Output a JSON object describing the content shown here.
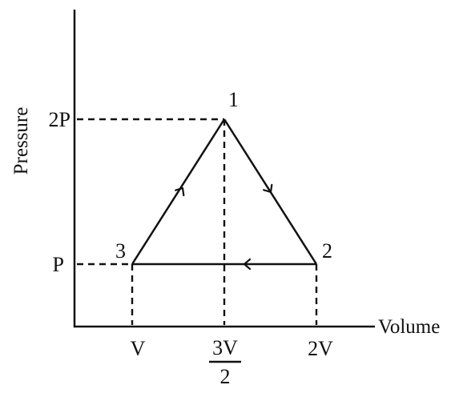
{
  "axes": {
    "y_label": "Pressure",
    "x_label": "Volume"
  },
  "y_ticks": [
    "2P",
    "P"
  ],
  "x_ticks": [
    "V",
    "2V"
  ],
  "x_fraction_tick": {
    "numerator": "3V",
    "denominator": "2"
  },
  "points": [
    {
      "label": "1"
    },
    {
      "label": "2"
    },
    {
      "label": "3"
    }
  ],
  "colors": {
    "ink": "#111111",
    "background": "#ffffff"
  }
}
